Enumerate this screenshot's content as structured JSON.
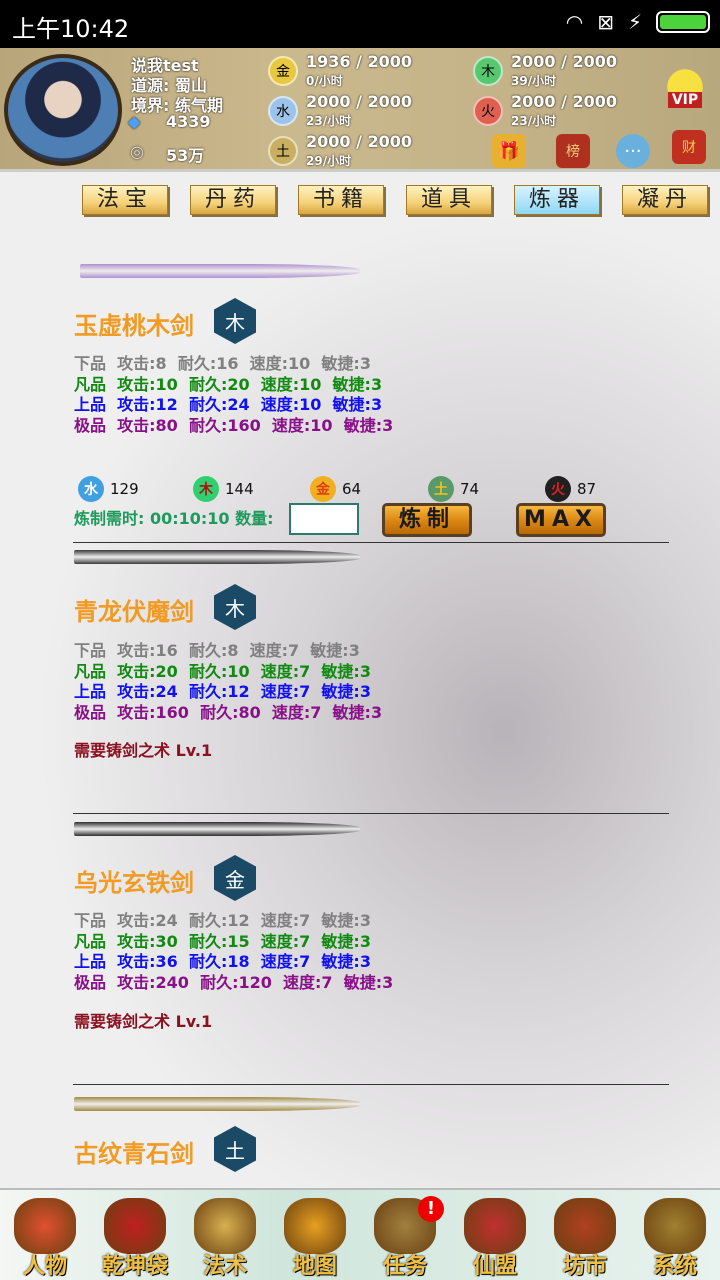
{
  "statusbar": {
    "time": "上午10:42",
    "wifi": "wifi-icon",
    "sim": "no-sim-icon",
    "charging": "⚡",
    "battery_level": 1.0
  },
  "player": {
    "name": "说我test",
    "origin": "道源: 蜀山",
    "realm": "境界: 练气期",
    "diamonds": "4339",
    "silver": "53万"
  },
  "resources": [
    {
      "element": "金",
      "value": "1936 / 2000",
      "rate": "0/小时",
      "color": "#e8c840"
    },
    {
      "element": "水",
      "value": "2000 / 2000",
      "rate": "23/小时",
      "color": "#9cc4e8"
    },
    {
      "element": "土",
      "value": "2000 / 2000",
      "rate": "29/小时",
      "color": "#c8b060"
    },
    {
      "element": "木",
      "value": "2000 / 2000",
      "rate": "39/小时",
      "color": "#58c870"
    },
    {
      "element": "火",
      "value": "2000 / 2000",
      "rate": "23/小时",
      "color": "#e06050"
    }
  ],
  "header_icons": {
    "vip": "VIP",
    "gift": "gift-icon",
    "scroll": "榜",
    "chat": "···",
    "fortune": "fortune-god-icon"
  },
  "tabs": [
    {
      "label": "法宝"
    },
    {
      "label": "丹药"
    },
    {
      "label": "书籍"
    },
    {
      "label": "道具"
    },
    {
      "label": "炼器",
      "active": true
    },
    {
      "label": "凝丹"
    }
  ],
  "weapons": [
    {
      "name": "玉虚桃木剑",
      "element": "木",
      "stats": [
        "下品  攻击:8  耐久:16  速度:10  敏捷:3",
        "凡品  攻击:10  耐久:20  速度:10  敏捷:3",
        "上品  攻击:12  耐久:24  速度:10  敏捷:3",
        "极品  攻击:80  耐久:160  速度:10  敏捷:3"
      ]
    },
    {
      "name": "青龙伏魔剑",
      "element": "木",
      "stats": [
        "下品  攻击:16  耐久:8  速度:7  敏捷:3",
        "凡品  攻击:20  耐久:10  速度:7  敏捷:3",
        "上品  攻击:24  耐久:12  速度:7  敏捷:3",
        "极品  攻击:160  耐久:80  速度:7  敏捷:3"
      ],
      "requirement": "需要铸剑之术 Lv.1"
    },
    {
      "name": "乌光玄铁剑",
      "element": "金",
      "stats": [
        "下品  攻击:24  耐久:12  速度:7  敏捷:3",
        "凡品  攻击:30  耐久:15  速度:7  敏捷:3",
        "上品  攻击:36  耐久:18  速度:7  敏捷:3",
        "极品  攻击:240  耐久:120  速度:7  敏捷:3"
      ],
      "requirement": "需要铸剑之术 Lv.1"
    },
    {
      "name": "古纹青石剑",
      "element": "土"
    }
  ],
  "materials": [
    {
      "element": "水",
      "count": "129"
    },
    {
      "element": "木",
      "count": "144"
    },
    {
      "element": "金",
      "count": "64"
    },
    {
      "element": "土",
      "count": "74"
    },
    {
      "element": "火",
      "count": "87"
    }
  ],
  "craft": {
    "time_label": "炼制需时: 00:10:10  数量:",
    "quantity": "",
    "craft_button": "炼制",
    "max_button": "MAX"
  },
  "quality_colors": [
    "#808080",
    "#108a10",
    "#1010f0",
    "#8a108a"
  ],
  "bottom_nav": [
    {
      "label": "人物"
    },
    {
      "label": "乾坤袋"
    },
    {
      "label": "法术"
    },
    {
      "label": "地图"
    },
    {
      "label": "任务",
      "alert": "!"
    },
    {
      "label": "仙盟"
    },
    {
      "label": "坊市"
    },
    {
      "label": "系统"
    }
  ]
}
